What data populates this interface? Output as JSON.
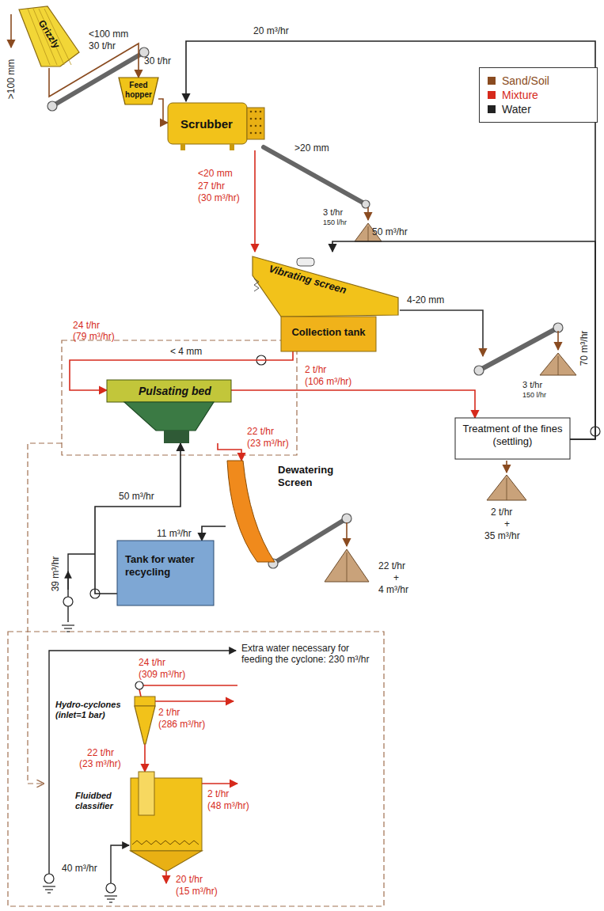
{
  "diagram": {
    "nodes": [
      {
        "text": [
          "Grizzly"
        ]
      },
      {
        "text": [
          "Feed hopper"
        ]
      },
      {
        "text": [
          "Scrubber"
        ]
      },
      {
        "text": [
          "Vibrating screen"
        ]
      },
      {
        "text": [
          "Collection tank"
        ],
        "in": 3
      },
      {
        "text": [
          "Pulsating bed"
        ]
      },
      {
        "text": [
          "Treatment of the fines (settling)"
        ]
      },
      {
        "text": [
          "Dewatering Screen"
        ]
      },
      {
        "text": [
          "Tank for water recycling"
        ]
      },
      {
        "text": [
          "Hydro-cyclones (inlet=1 bar)"
        ]
      },
      {
        "text": [
          "Fluidbed classifier"
        ]
      }
    ],
    "edges": [
      {
        "from": 0,
        "to": 1,
        "arrow": "to"
      },
      {
        "from": 1,
        "to": 2,
        "arrow": "to"
      },
      {
        "from": 2,
        "to": 3,
        "arrow": "to"
      },
      {
        "from": 4,
        "to": 5,
        "arrow": "to"
      },
      {
        "from": 5,
        "to": 6,
        "arrow": "to"
      },
      {
        "from": 5,
        "to": 7,
        "arrow": "to"
      },
      {
        "from": 7,
        "to": 8,
        "arrow": "to"
      },
      {
        "from": 8,
        "to": 5,
        "arrow": "to"
      },
      {
        "from": 6,
        "to": 2,
        "arrow": "to"
      },
      {
        "from": 6,
        "to": 3,
        "arrow": "to"
      },
      {
        "from": 9,
        "to": 10,
        "arrow": "to"
      }
    ],
    "labels": [
      ">100 mm",
      "<100 mm",
      "30 t/hr",
      "30 t/hr",
      "20 m³/hr",
      ">20 mm",
      "3 t/hr",
      "150 l/hr",
      "<20 mm",
      "27 t/hr",
      "(30 m³/hr)",
      "50 m³/hr",
      "24 t/hr",
      "(79 m³/hr)",
      "< 4 mm",
      "4-20 mm",
      "3 t/hr",
      "150 l/hr",
      "2 t/hr",
      "(106 m³/hr)",
      "22 t/hr",
      "(23 m³/hr)",
      "70 m³/hr",
      "50 m³/hr",
      "11 m³/hr",
      "39 m³/hr",
      "22 t/hr",
      "+",
      "4 m³/hr",
      "2 t/hr",
      "+",
      "35 m³/hr",
      "Extra water necessary for feeding the cyclone: 230 m³/hr",
      "24 t/hr",
      "(309 m³/hr)",
      "2 t/hr",
      "(286 m³/hr)",
      "22 t/hr",
      "(23 m³/hr)",
      "2 t/hr",
      "(48 m³/hr)",
      "40 m³/hr",
      "20 t/hr",
      "(15 m³/hr)"
    ],
    "legend": [
      {
        "text": "Sand/Soil",
        "color": "#8a4b20"
      },
      {
        "text": "Mixture",
        "color": "#d62a1c"
      },
      {
        "text": "Water",
        "color": "#222222"
      }
    ]
  }
}
